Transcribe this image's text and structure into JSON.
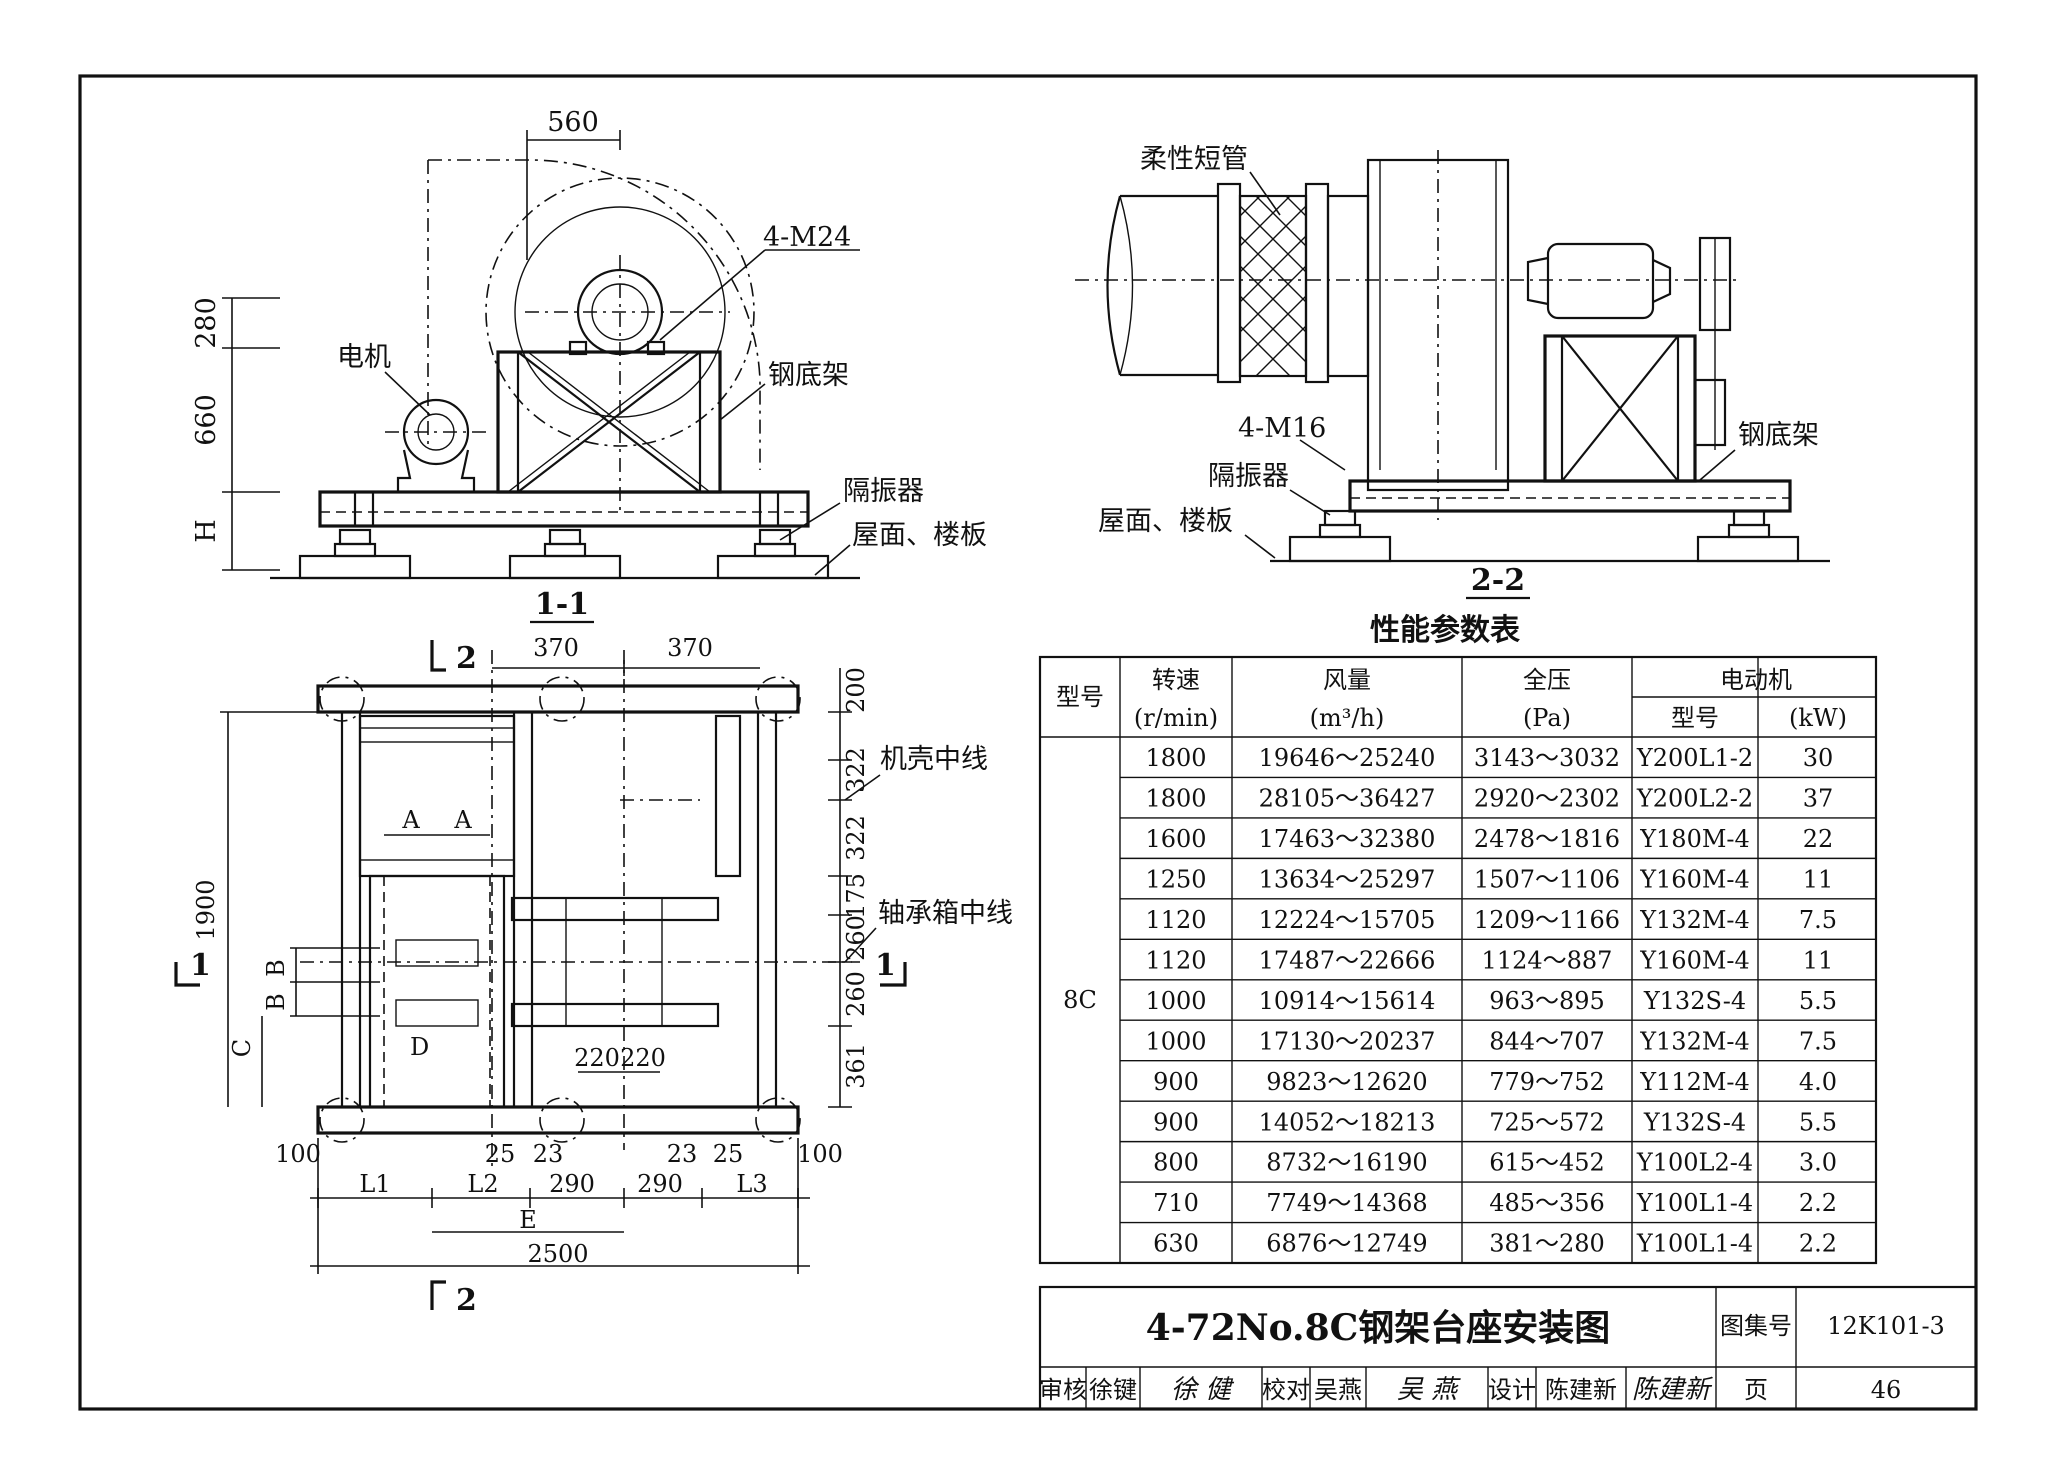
{
  "view_1_1": {
    "section_label": "1-1",
    "dim_top": "560",
    "dim_v1": "280",
    "dim_v2": "660",
    "dim_v3": "H",
    "label_motor": "电机",
    "label_bolts": "4-M24",
    "label_frame": "钢底架",
    "label_isolator": "隔振器",
    "label_floor": "屋面、楼板"
  },
  "view_2_2": {
    "section_label": "2-2",
    "label_flex": "柔性短管",
    "label_bolts": "4-M16",
    "label_isolator": "隔振器",
    "label_floor": "屋面、楼板",
    "label_frame": "钢底架"
  },
  "plan": {
    "cut_top": "2",
    "cut_bottom": "2",
    "cut_left": "1",
    "cut_right": "1",
    "dim_370a": "370",
    "dim_370b": "370",
    "dim_200": "200",
    "dim_322a": "322",
    "dim_322b": "322",
    "dim_175": "175",
    "dim_260a": "260",
    "dim_260b": "260",
    "dim_361": "361",
    "dim_1900": "1900",
    "dim_A1": "A",
    "dim_A2": "A",
    "dim_B1": "B",
    "dim_B2": "B",
    "dim_C": "C",
    "dim_D": "D",
    "dim_220a": "220",
    "dim_220b": "220",
    "dim_100a": "100",
    "dim_100b": "100",
    "dim_25a": "25",
    "dim_23a": "23",
    "dim_23b": "23",
    "dim_25b": "25",
    "dim_L1": "L1",
    "dim_L2": "L2",
    "dim_290a": "290",
    "dim_290b": "290",
    "dim_L3": "L3",
    "dim_E": "E",
    "dim_2500": "2500",
    "label_casing": "机壳中线",
    "label_bearing": "轴承箱中线"
  },
  "table": {
    "title": "性能参数表",
    "headers": {
      "model": "型号",
      "speed": "转速",
      "speed_unit": "(r/min)",
      "flow": "风量",
      "flow_unit": "(m³/h)",
      "pressure": "全压",
      "pressure_unit": "(Pa)",
      "motor": "电动机",
      "motor_model": "型号",
      "motor_power": "(kW)"
    },
    "model_value": "8C",
    "rows": [
      [
        "1800",
        "19646～25240",
        "3143～3032",
        "Y200L1-2",
        "30"
      ],
      [
        "1800",
        "28105～36427",
        "2920～2302",
        "Y200L2-2",
        "37"
      ],
      [
        "1600",
        "17463～32380",
        "2478～1816",
        "Y180M-4",
        "22"
      ],
      [
        "1250",
        "13634～25297",
        "1507～1106",
        "Y160M-4",
        "11"
      ],
      [
        "1120",
        "12224～15705",
        "1209～1166",
        "Y132M-4",
        "7.5"
      ],
      [
        "1120",
        "17487～22666",
        "1124～887",
        "Y160M-4",
        "11"
      ],
      [
        "1000",
        "10914～15614",
        "963～895",
        "Y132S-4",
        "5.5"
      ],
      [
        "1000",
        "17130～20237",
        "844～707",
        "Y132M-4",
        "7.5"
      ],
      [
        "900",
        "9823～12620",
        "779～752",
        "Y112M-4",
        "4.0"
      ],
      [
        "900",
        "14052～18213",
        "725～572",
        "Y132S-4",
        "5.5"
      ],
      [
        "800",
        "8732～16190",
        "615～452",
        "Y100L2-4",
        "3.0"
      ],
      [
        "710",
        "7749～14368",
        "485～356",
        "Y100L1-4",
        "2.2"
      ],
      [
        "630",
        "6876～12749",
        "381～280",
        "Y100L1-4",
        "2.2"
      ]
    ]
  },
  "title_block": {
    "title": "4-72No.8C钢架台座安装图",
    "atlas_label": "图集号",
    "atlas_value": "12K101-3",
    "review_label": "审核",
    "review_name": "徐键",
    "review_sign": "徐 健",
    "check_label": "校对",
    "check_name": "吴燕",
    "check_sign": "吴 燕",
    "design_label": "设计",
    "design_name": "陈建新",
    "design_sign": "陈建新",
    "page_label": "页",
    "page_value": "46"
  }
}
